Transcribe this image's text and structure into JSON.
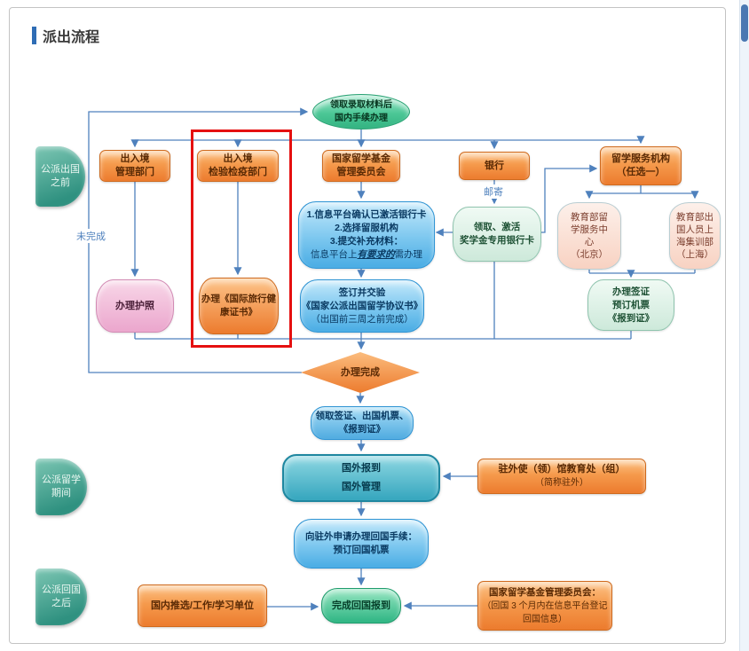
{
  "page": {
    "title": "派出流程"
  },
  "labels": {
    "mail": "邮寄",
    "incomplete": "未完成"
  },
  "flow": {
    "start": [
      "领取录取材料后",
      "国内手续办理"
    ],
    "entry_exit_admin": [
      "出入境",
      "管理部门"
    ],
    "entry_exit_inspection": [
      "出入境",
      "检验检疫部门"
    ],
    "csc": [
      "国家留学基金",
      "管理委员会"
    ],
    "bank": [
      "银行"
    ],
    "service_org": [
      "留学服务机构",
      "（任选一）"
    ],
    "bank_card": [
      "领取、激活",
      "奖学金专用银行卡"
    ],
    "platform_steps": [
      "1.信息平台确认已激活银行卡",
      "2.选择留服机构",
      "3.提交补充材料："
    ],
    "platform_note": {
      "pre": "信息平台上",
      "em": "有要求的",
      "post": "需办理"
    },
    "beijing_center": [
      "教育部留",
      "学服务中",
      "心",
      "（北京）"
    ],
    "shanghai_center": [
      "教育部出",
      "国人员上",
      "海集训部",
      "（上海）"
    ],
    "passport": [
      "办理护照"
    ],
    "health_cert": [
      "办理《国际旅行健",
      "康证书》"
    ],
    "agreement": [
      "签订并交验",
      "《国家公派出国留学协议书》",
      "（出国前三周之前完成）"
    ],
    "visa": [
      "办理签证",
      "预订机票",
      "《报到证》"
    ],
    "complete_check": [
      "办理完成"
    ],
    "pickup": [
      "领取签证、出国机票、",
      "《报到证》"
    ],
    "abroad": [
      "国外报到",
      "国外管理"
    ],
    "embassy": [
      "驻外使（领）馆教育处（组）",
      "（简称驻外）"
    ],
    "return_apply": [
      "向驻外申请办理回国手续：",
      "预订回国机票"
    ],
    "return_done": [
      "完成回国报到"
    ],
    "domestic_unit": [
      "国内推选/工作/学习单位"
    ],
    "csc_return": [
      "国家留学基金管理委员会：",
      "（回国 3 个月内在信息平台登记",
      "回国信息）"
    ],
    "ribbons": [
      [
        "公派出国",
        "之前"
      ],
      [
        "公派留学",
        "期间"
      ],
      [
        "公派回国",
        "之后"
      ]
    ]
  }
}
